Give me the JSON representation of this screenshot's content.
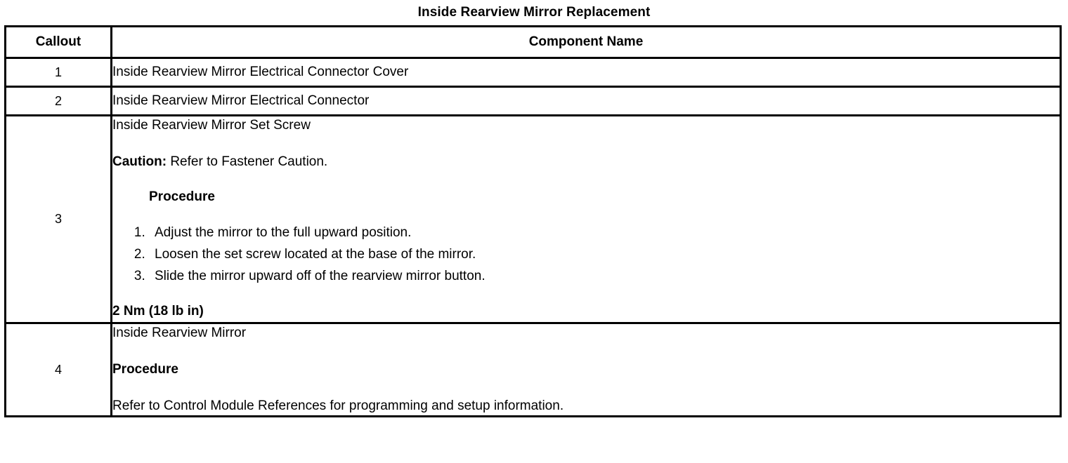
{
  "document": {
    "title": "Inside Rearview Mirror Replacement"
  },
  "table": {
    "headers": {
      "callout": "Callout",
      "component_name": "Component Name"
    },
    "rows": [
      {
        "callout": "1",
        "name": "Inside Rearview Mirror Electrical Connector Cover"
      },
      {
        "callout": "2",
        "name": "Inside Rearview Mirror Electrical Connector"
      },
      {
        "callout": "3",
        "name": "Inside Rearview Mirror Set Screw",
        "caution_label": "Caution:",
        "caution_text": " Refer to Fastener Caution.",
        "procedure_heading": "Procedure",
        "steps": [
          "Adjust the mirror to the full upward position.",
          "Loosen the set screw located at the base of the mirror.",
          "Slide the mirror upward off of the rearview mirror button."
        ],
        "torque": "2 Nm (18 lb in)"
      },
      {
        "callout": "4",
        "name": "Inside Rearview Mirror",
        "procedure_heading": "Procedure",
        "reference_text": "Refer to Control Module References for programming and setup information."
      }
    ]
  },
  "colors": {
    "text": "#000000",
    "border": "#000000",
    "background": "#ffffff"
  }
}
